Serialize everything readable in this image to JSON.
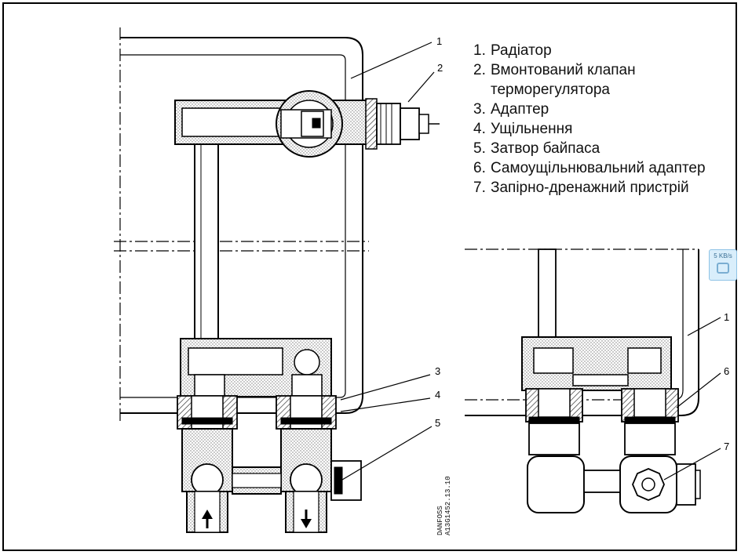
{
  "legend": {
    "items": [
      {
        "num": "1.",
        "text": "Радіатор"
      },
      {
        "num": "2.",
        "text": "Вмонтований клапан",
        "cont": "терморегулятора"
      },
      {
        "num": "3.",
        "text": "Адаптер"
      },
      {
        "num": "4.",
        "text": "Ущільнення"
      },
      {
        "num": "5.",
        "text": "Затвор байпаса"
      },
      {
        "num": "6.",
        "text": "Самоущільнювальний адаптер"
      },
      {
        "num": "7.",
        "text": "Запірно-дренажний пристрій"
      }
    ]
  },
  "callouts": {
    "left": [
      "1",
      "2",
      "3",
      "4",
      "5"
    ],
    "right": [
      "1",
      "6",
      "7"
    ]
  },
  "drawing_code": {
    "line1": "DANFOSS",
    "line2": "A13G1452.13.10"
  },
  "badge": {
    "label": "5 KB/s"
  },
  "colors": {
    "line": "#000000",
    "hatch": "#9a9a9a",
    "fill": "#ffffff",
    "badge_bg": "#d9eefb"
  }
}
